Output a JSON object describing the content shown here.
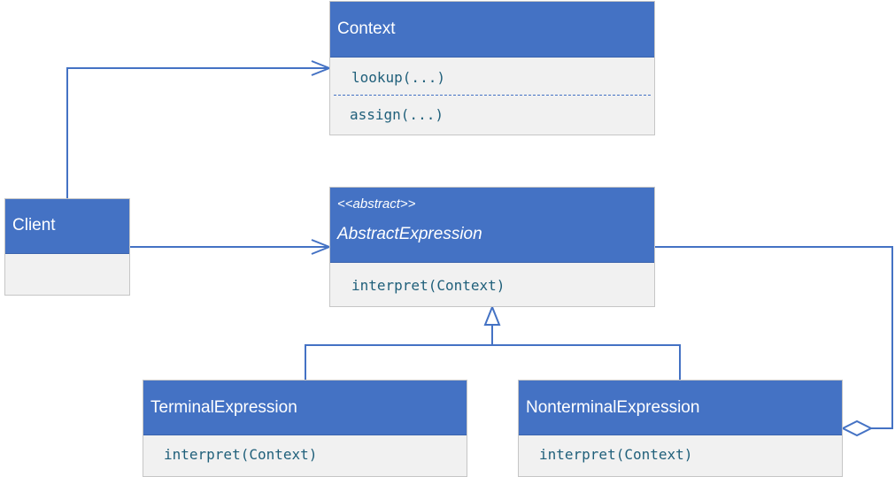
{
  "context": {
    "name": "Context",
    "operations": [
      "lookup(...)",
      "assign(...)"
    ]
  },
  "client": {
    "name": "Client"
  },
  "abstract_expression": {
    "stereotype": "<<abstract>>",
    "name": "AbstractExpression",
    "operation": "interpret(Context)"
  },
  "terminal_expression": {
    "name": "TerminalExpression",
    "operation": "interpret(Context)"
  },
  "nonterminal_expression": {
    "name": "NonterminalExpression",
    "operation": "interpret(Context)"
  },
  "colors": {
    "header_fill": "#4472c4",
    "body_fill": "#f1f1f1",
    "connector": "#4472c4",
    "operation_text": "#1f5f7a"
  }
}
